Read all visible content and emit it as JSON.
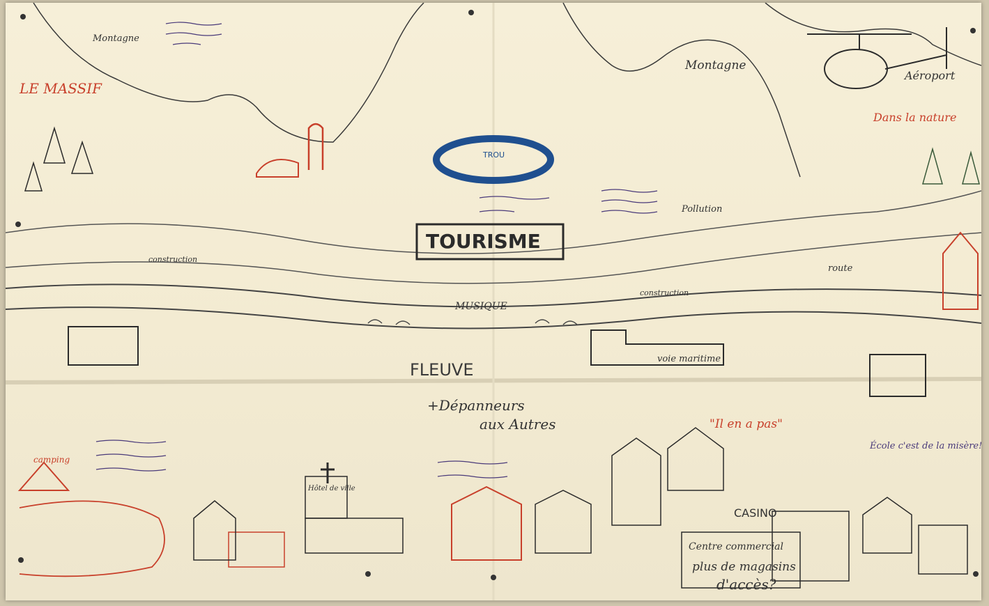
{
  "image": {
    "kind": "photograph of a hand-drawn collaborative map poster",
    "colors": {
      "paper": "#f4ecd3",
      "ink_black": "#2b2b2b",
      "ink_red": "#c8402b",
      "ink_blue": "#1f4f8f",
      "ink_green": "#3a5a3a",
      "ink_purple": "#4a3a7a",
      "wall": "#cfc6ad"
    }
  },
  "labels": {
    "tourisme": "TOURISME",
    "fleuve": "FLEUVE",
    "montagne_left": "Montagne",
    "montagne_right": "Montagne",
    "aeroport": "Aéroport",
    "dans_la_nature": "Dans la nature",
    "le_massif": "LE MASSIF",
    "musique": "MUSIQUE",
    "construction_left": "construction",
    "construction_right": "construction",
    "depanneur": "+Dépanneurs",
    "aux_autres": "aux Autres",
    "il_en_a_pas": "\"Il en a pas\"",
    "casino": "CASINO",
    "centre_commercial": "Centre commercial",
    "plus_de_magasins": "plus de magasins",
    "acces_q": "d'accès?",
    "camping": "camping",
    "route": "route",
    "voie_maritime": "voie maritime",
    "hotel_de_ville": "Hôtel de ville",
    "ecole": "École c'est de la misère!",
    "pollution": "Pollution",
    "trou": "TROU"
  }
}
